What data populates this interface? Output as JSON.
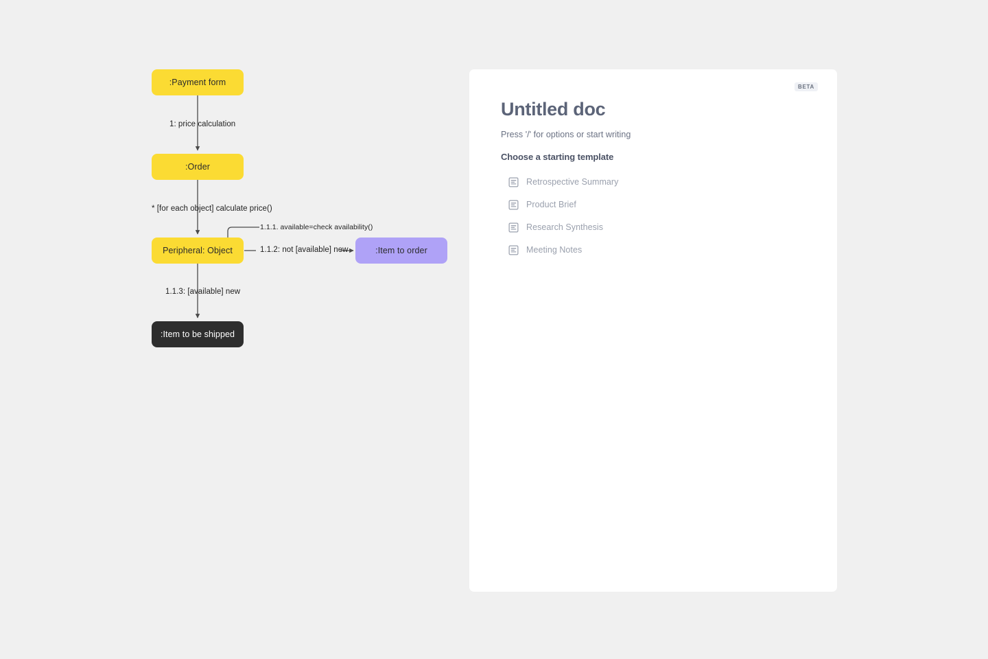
{
  "canvas": {
    "background_color": "#f0f0f0",
    "diagram": {
      "type": "uml-communication-diagram",
      "nodes": [
        {
          "id": "payment-form",
          "label": ":Payment form",
          "color": "#FBDB33",
          "text_color": "#2b2b2b"
        },
        {
          "id": "order",
          "label": ":Order",
          "color": "#FBDB33",
          "text_color": "#2b2b2b"
        },
        {
          "id": "peripheral",
          "label": "Peripheral: Object",
          "color": "#FBDB33",
          "text_color": "#2b2b2b"
        },
        {
          "id": "item-to-order",
          "label": ":Item to order",
          "color": "#AFA2F7",
          "text_color": "#2b2b2b"
        },
        {
          "id": "item-to-shipped",
          "label": ":Item to be shipped",
          "color": "#2e2e2e",
          "text_color": "#ffffff"
        }
      ],
      "edges": [
        {
          "id": "e1",
          "from": "payment-form",
          "to": "order",
          "label": "1: price calculation"
        },
        {
          "id": "e2",
          "from": "order",
          "to": "peripheral",
          "label": "* [for each object] calculate price()"
        },
        {
          "id": "e3",
          "from": "peripheral",
          "to": "peripheral",
          "label": "1.1.1. available=check availability()"
        },
        {
          "id": "e4",
          "from": "peripheral",
          "to": "item-to-order",
          "label": "1.1.2: not [available] new"
        },
        {
          "id": "e5",
          "from": "peripheral",
          "to": "item-to-shipped",
          "label": "1.1.3: [available] new"
        }
      ]
    }
  },
  "doc_panel": {
    "badge": "BETA",
    "title": "Untitled doc",
    "subtitle": "Press '/' for options or start writing",
    "templates_heading": "Choose a starting template",
    "templates": [
      {
        "icon": "document-icon",
        "label": "Retrospective Summary"
      },
      {
        "icon": "document-icon",
        "label": "Product Brief"
      },
      {
        "icon": "document-icon",
        "label": "Research Synthesis"
      },
      {
        "icon": "document-icon",
        "label": "Meeting Notes"
      }
    ]
  }
}
